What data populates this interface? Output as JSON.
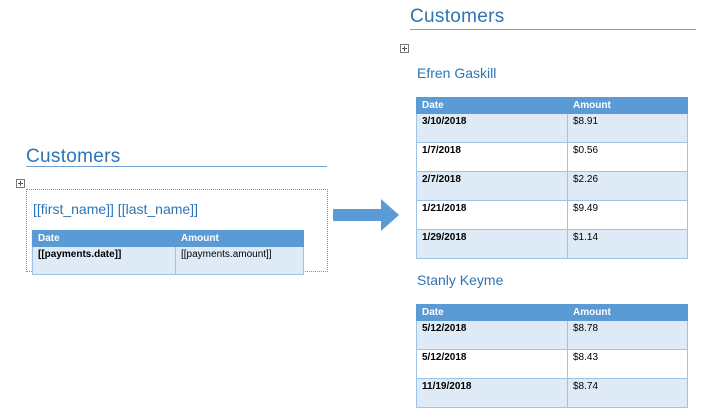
{
  "template": {
    "heading": "Customers",
    "name_line": "[[first_name]] [[last_name]]",
    "columns": [
      "Date",
      "Amount"
    ],
    "row": {
      "date": "[[payments.date]]",
      "amount": "[[payments.amount]]"
    }
  },
  "result": {
    "heading": "Customers",
    "columns": [
      "Date",
      "Amount"
    ],
    "customers": [
      {
        "name": "Efren Gaskill",
        "payments": [
          {
            "date": "3/10/2018",
            "amount": "$8.91"
          },
          {
            "date": "1/7/2018",
            "amount": "$0.56"
          },
          {
            "date": "2/7/2018",
            "amount": "$2.26"
          },
          {
            "date": "1/21/2018",
            "amount": "$9.49"
          },
          {
            "date": "1/29/2018",
            "amount": "$1.14"
          }
        ]
      },
      {
        "name": "Stanly Keyme",
        "payments": [
          {
            "date": "5/12/2018",
            "amount": "$8.78"
          },
          {
            "date": "5/12/2018",
            "amount": "$8.43"
          },
          {
            "date": "11/19/2018",
            "amount": "$8.74"
          }
        ]
      }
    ]
  },
  "colors": {
    "heading": "#2e74b5",
    "header_fill": "#5b9bd5",
    "band_fill": "#deebf7",
    "arrow": "#5b9bd5"
  },
  "icons": [
    "table-move-handle-icon",
    "right-arrow-icon"
  ]
}
